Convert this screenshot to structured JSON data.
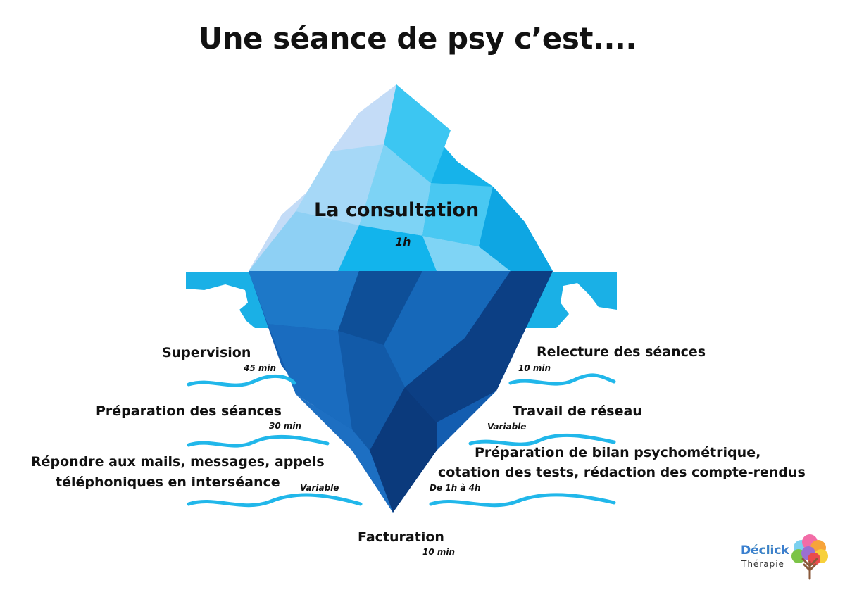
{
  "title": "Une séance de psy c’est....",
  "top": {
    "label": "La consultation",
    "duration": "1h"
  },
  "items": [
    {
      "label": "Supervision",
      "duration": "45 min"
    },
    {
      "label": "Préparation des séances",
      "duration": "30 min"
    },
    {
      "label_line1": "Répondre aux mails, messages, appels",
      "label_line2": "téléphoniques en interséance",
      "duration": "Variable"
    },
    {
      "label": "Relecture des séances",
      "duration": "10 min"
    },
    {
      "label": "Travail de réseau",
      "duration": "Variable"
    },
    {
      "label_line1": "Préparation de bilan psychométrique,",
      "label_line2": "cotation des tests, rédaction des compte-rendus",
      "duration": "De 1h à 4h"
    },
    {
      "label": "Facturation",
      "duration": "10 min"
    }
  ],
  "logo": {
    "word": "Déclick",
    "sub": "Thérapie"
  },
  "colors": {
    "ice_light": "#c3dcf7",
    "ice_mid": "#2fc0ee",
    "ice_deep": "#0e4a93",
    "water": "#19b4e6",
    "wave": "#21b7ea"
  }
}
